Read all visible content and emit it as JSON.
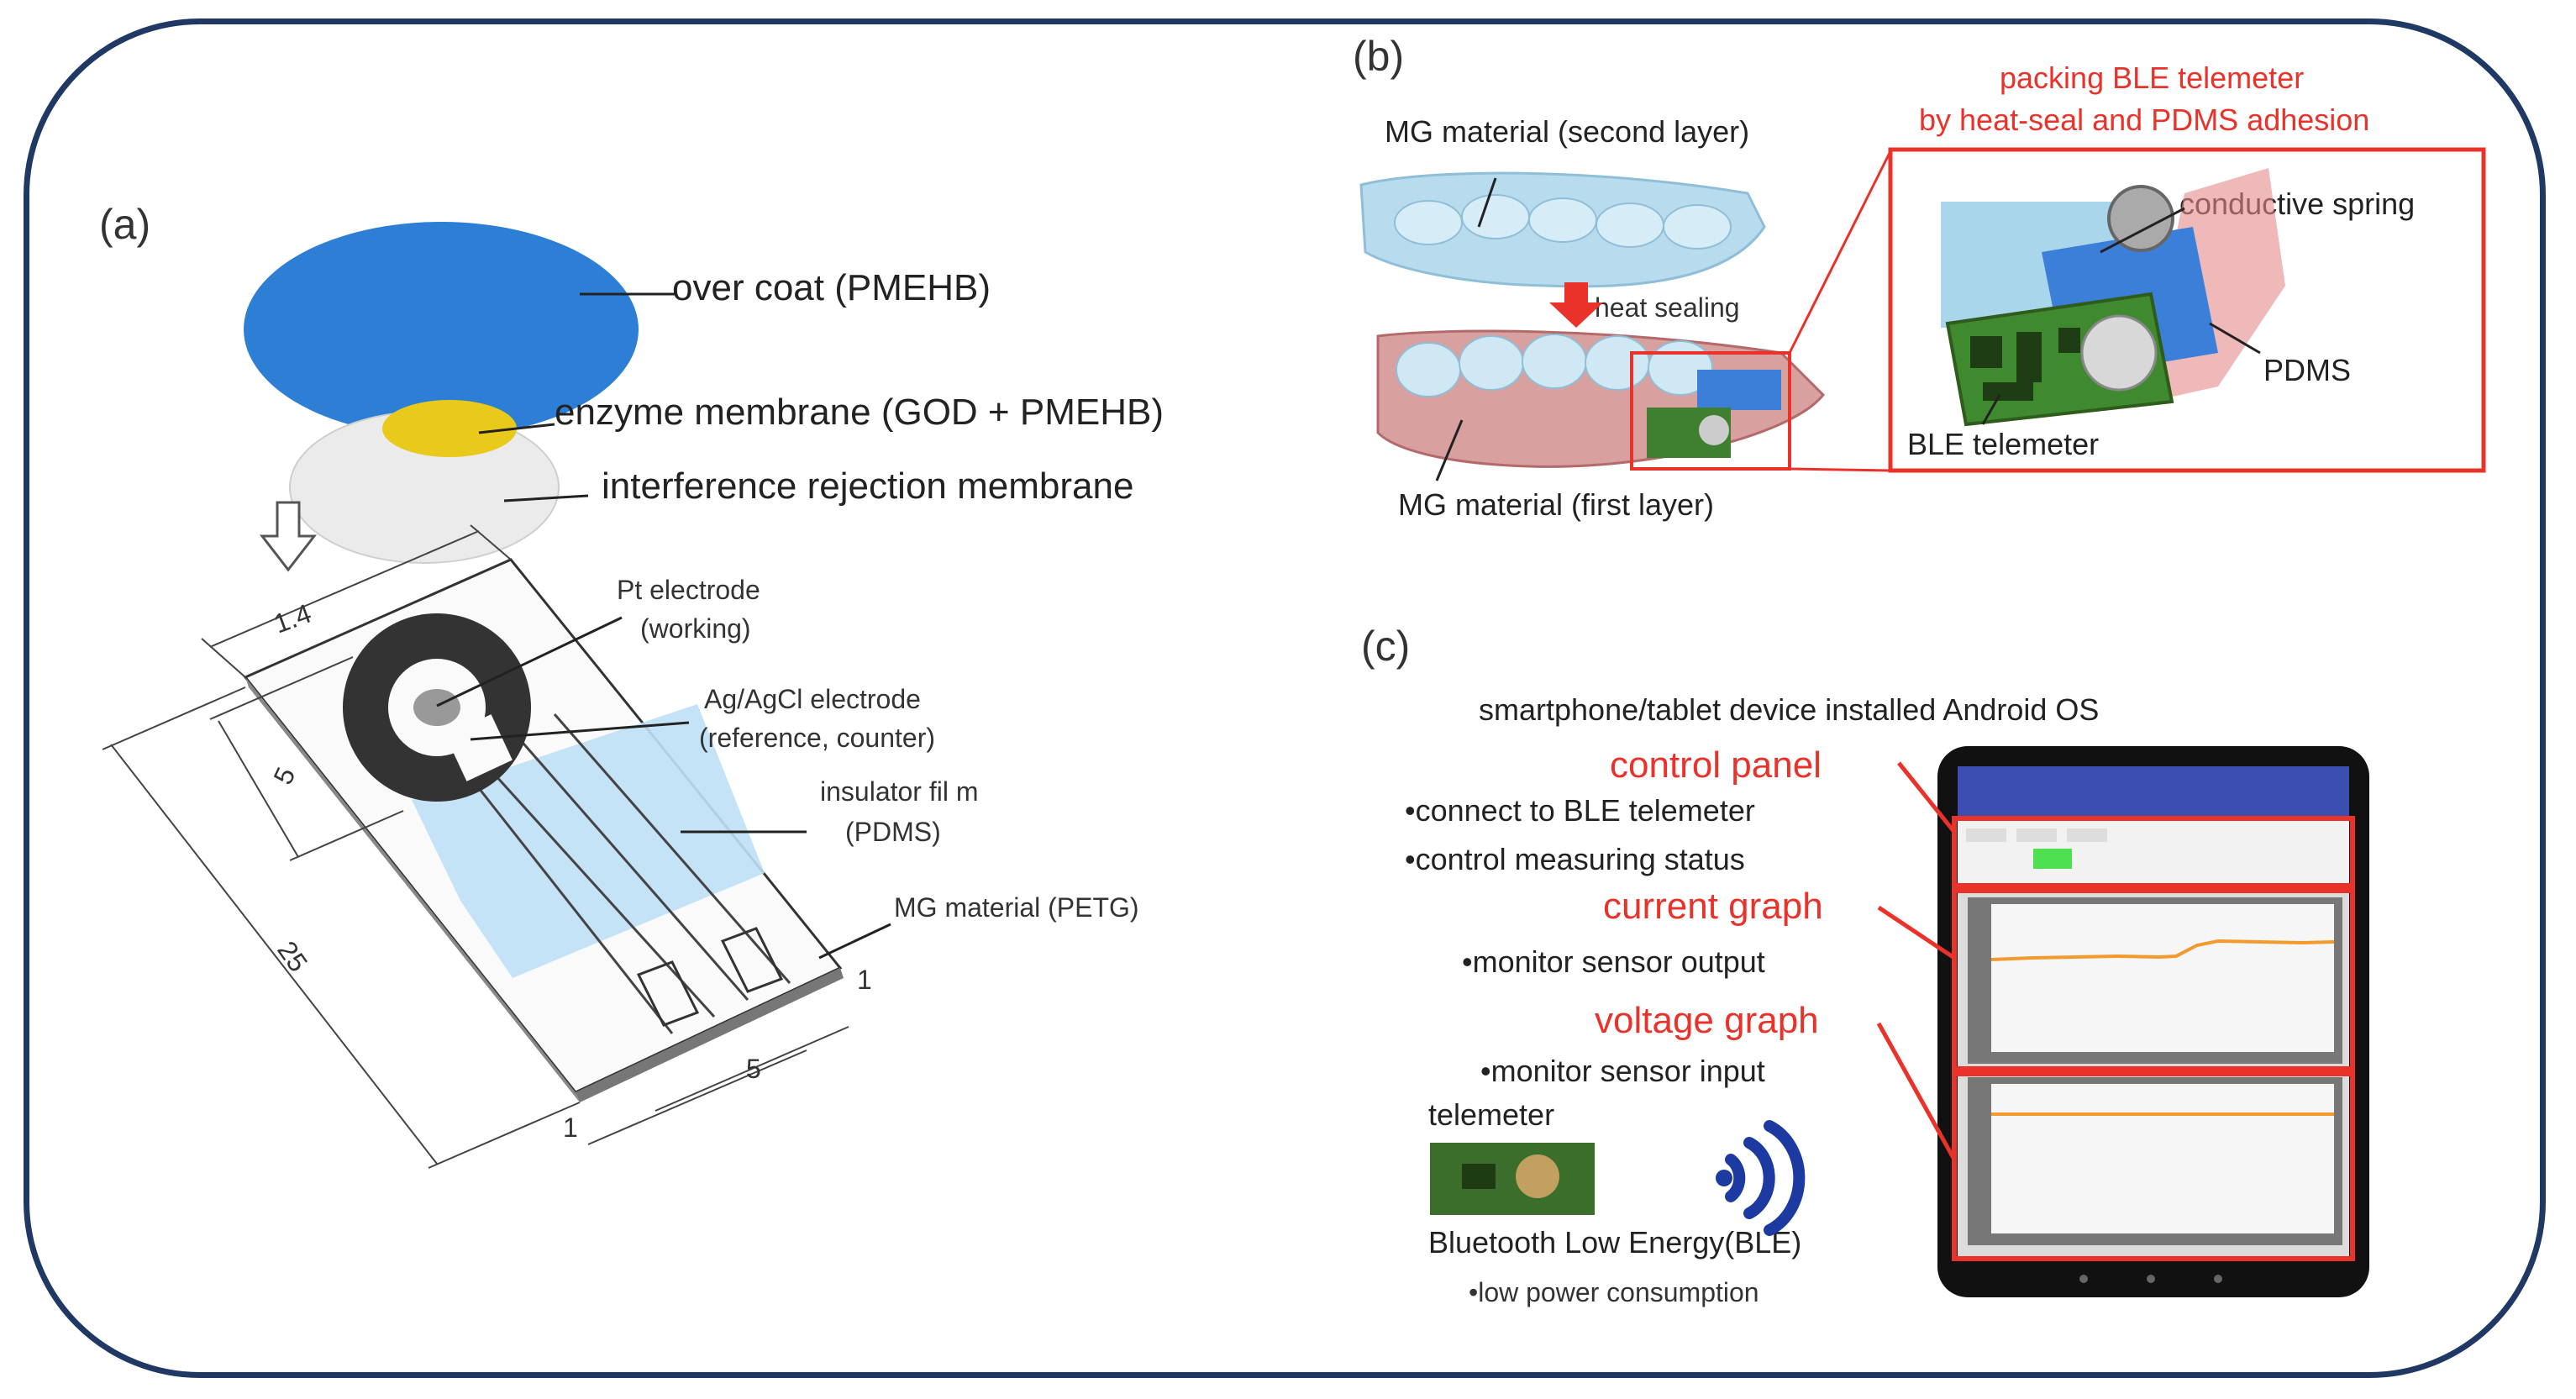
{
  "panels": {
    "a": {
      "label": "(a)",
      "callouts": {
        "overcoat": "over coat (PMEHB)",
        "enzyme": "enzyme membrane (GOD + PMEHB)",
        "interference": "interference rejection membrane",
        "pt_electrode_1": "Pt electrode",
        "pt_electrode_2": "(working)",
        "agagcl_1": "Ag/AgCl electrode",
        "agagcl_2": "(reference, counter)",
        "insulator_1": "insulator fil m",
        "insulator_2": "(PDMS)",
        "mg_petg": "MG material (PETG)"
      },
      "dimensions": {
        "d1_4": "1.4",
        "d5_left": "5",
        "d25": "25",
        "d1_right": "1",
        "d5_bottom": "5",
        "d1_bottom": "1"
      }
    },
    "b": {
      "label": "(b)",
      "packing_1": "packing BLE telemeter",
      "packing_2": "by heat-seal and PDMS adhesion",
      "mg_second": "MG material (second layer)",
      "heat_sealing": "heat sealing",
      "mg_first": "MG material (first layer)",
      "conductive_spring": "conductive spring",
      "pdms": "PDMS",
      "ble_telemeter": "BLE telemeter"
    },
    "c": {
      "label": "(c)",
      "device_title": "smartphone/tablet device installed Android OS",
      "control_panel": "control panel",
      "cp_bullet_1": "•connect to BLE telemeter",
      "cp_bullet_2": "•control measuring status",
      "current_graph": "current graph",
      "cg_bullet": "•monitor sensor output",
      "voltage_graph": "voltage graph",
      "vg_bullet": "•monitor sensor input",
      "telemeter": "telemeter",
      "ble": "Bluetooth Low Energy(BLE)",
      "ble_bullet": "•low power consumption"
    }
  },
  "colors": {
    "frame": "#1f3864",
    "overcoat": "#2d7fd6",
    "accent_red": "#e8322a",
    "insulator": "#bfe0f5",
    "tablet": "#111111",
    "trace": "#f29a2e"
  }
}
